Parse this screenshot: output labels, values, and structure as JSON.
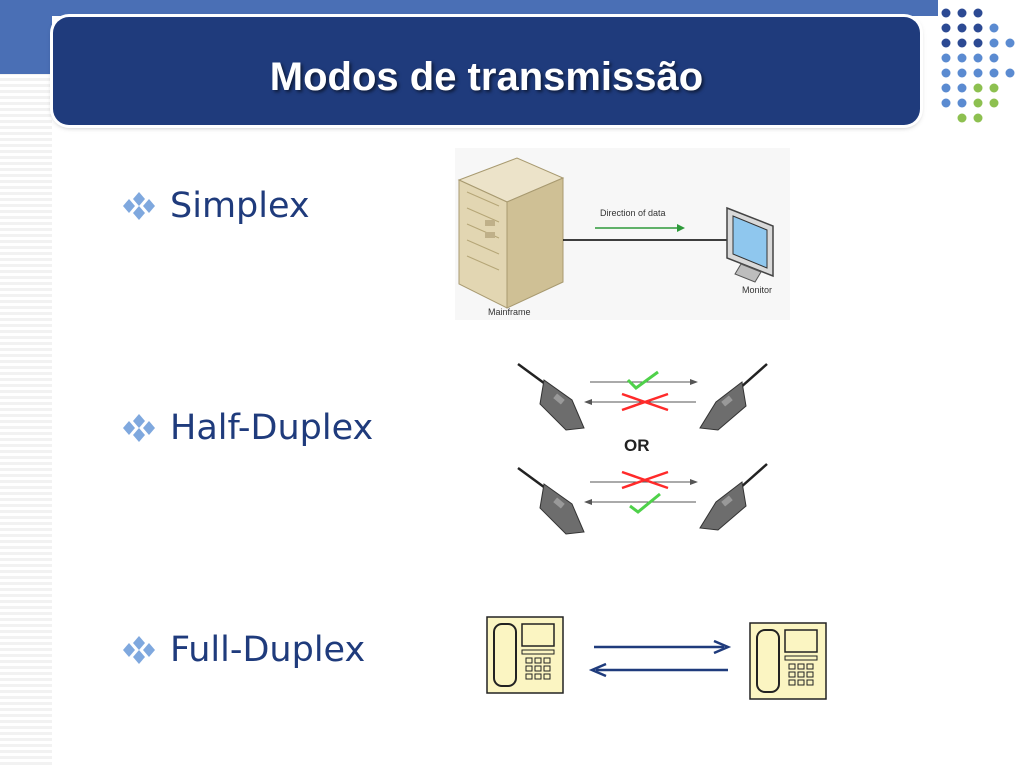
{
  "slide": {
    "title": "Modos de transmissão",
    "colors": {
      "banner": "#1f3b7c",
      "accent_band": "#4a6fb5",
      "dot_blue_dark": "#2c4a93",
      "dot_blue_light": "#5b8bd1",
      "dot_green": "#8dc050",
      "bullet_text": "#1f3b7c"
    }
  },
  "bullets": [
    {
      "label": "Simplex",
      "icon": "diamond-cluster-icon"
    },
    {
      "label": "Half-Duplex",
      "icon": "diamond-cluster-icon"
    },
    {
      "label": "Full-Duplex",
      "icon": "diamond-cluster-icon"
    }
  ],
  "simplex_figure": {
    "arrow_label": "Direction of data",
    "left_caption": "Mainframe",
    "right_caption": "Monitor"
  },
  "half_duplex_figure": {
    "separator": "OR"
  }
}
